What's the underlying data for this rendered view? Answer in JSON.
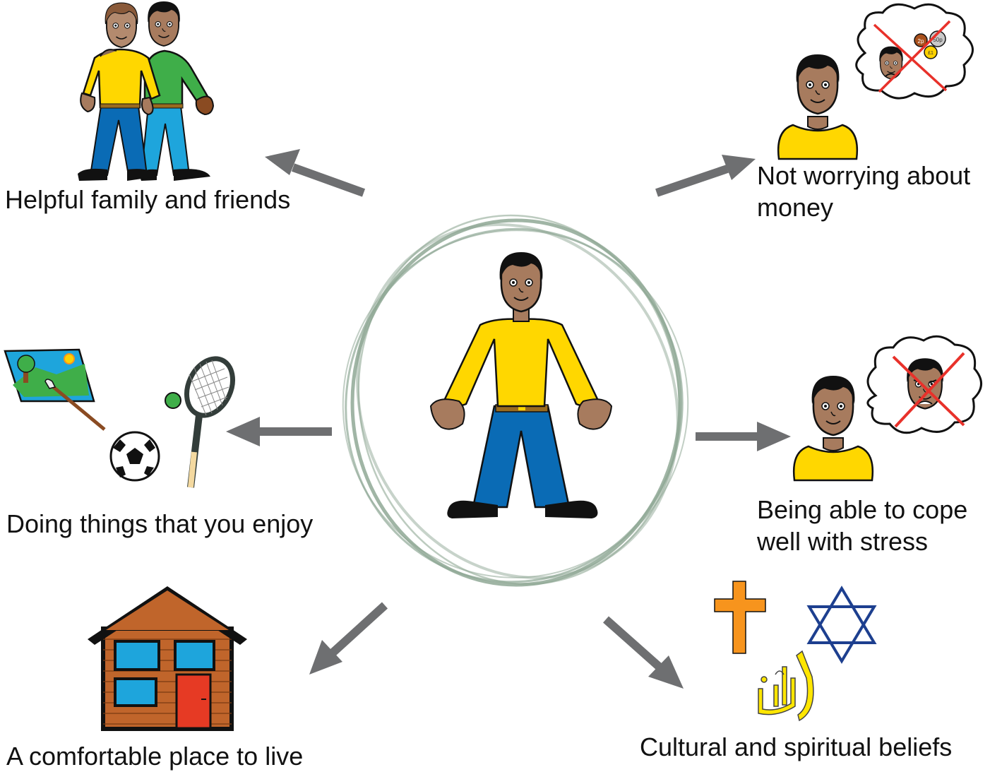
{
  "labels": {
    "family": "Helpful family and friends",
    "money_line1": "Not worrying about",
    "money_line2": "money",
    "enjoy": "Doing things that you enjoy",
    "stress_line1": "Being able to cope",
    "stress_line2": "well with stress",
    "home": "A comfortable place to live",
    "beliefs": "Cultural and spiritual beliefs"
  },
  "coins": [
    "2p",
    "50p",
    "£1"
  ],
  "icons": {
    "center": "person-standing-icon",
    "family": "family-friends-icon",
    "money": "no-money-worry-icon",
    "enjoy": "hobbies-icon",
    "stress": "no-stress-icon",
    "home": "house-icon",
    "beliefs": "religious-symbols-icon"
  },
  "colors": {
    "arrow": "#6e6f71",
    "ring": "#8fa895",
    "shirt_yellow": "#ffd700",
    "shirt_green": "#3fae49",
    "jeans_blue": "#0a6bb5",
    "jeans_light": "#1ea5dc",
    "skin": "#a77b5e",
    "brick": "#c0652b",
    "door": "#e63a24",
    "window": "#1ea5dc",
    "cross": "#f7941d",
    "star": "#1d3f8f",
    "cross_out": "#e8312a"
  }
}
